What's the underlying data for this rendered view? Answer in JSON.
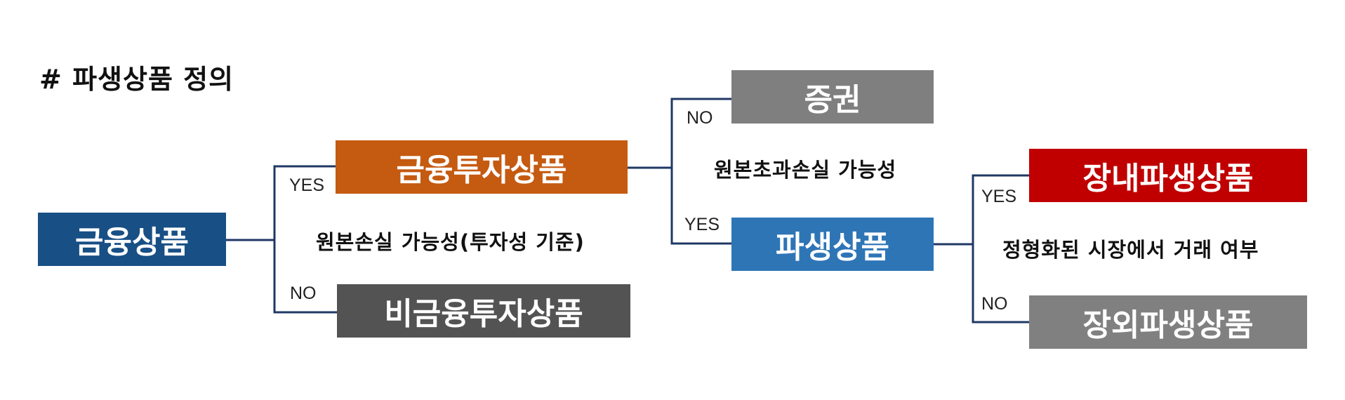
{
  "title": "# 파생상품 정의",
  "nodes": {
    "financial_product": {
      "label": "금융상품",
      "color": "#184f85"
    },
    "financial_investment_product": {
      "label": "금융투자상품",
      "color": "#c55a11"
    },
    "non_financial_investment_product": {
      "label": "비금융투자상품",
      "color": "#535353"
    },
    "securities": {
      "label": "증권",
      "color": "#7f7f7f"
    },
    "derivatives": {
      "label": "파생상품",
      "color": "#2e75b6"
    },
    "exchange_traded_derivatives": {
      "label": "장내파생상품",
      "color": "#c00000"
    },
    "otc_derivatives": {
      "label": "장외파생상품",
      "color": "#808080"
    }
  },
  "criteria": {
    "principal_loss": "원본손실 가능성(투자성 기준)",
    "excess_loss": "원본초과손실 가능성",
    "organized_market": "정형화된 시장에서 거래 여부"
  },
  "branch_labels": {
    "yes1": "YES",
    "no1": "NO",
    "no2": "NO",
    "yes2": "YES",
    "yes3": "YES",
    "no3": "NO"
  },
  "line_color": "#1f3864"
}
